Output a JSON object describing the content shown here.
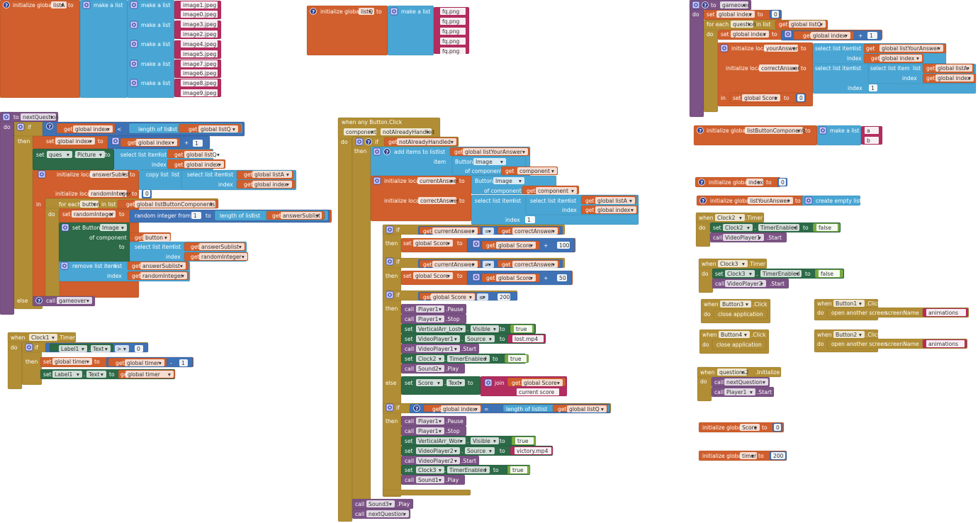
{
  "colors": {
    "variables": "#d05f2d",
    "lists": "#745ca6",
    "lists_light": "#49a6d4",
    "control": "#b18e35",
    "procedures": "#7c5385",
    "math": "#3f71b5",
    "logic": "#77ab41",
    "text": "#b32d5e",
    "components": "#2d6a48",
    "events": "#b18e35",
    "mutator": "#c8c8ff"
  },
  "icons": {
    "gear": "gear-icon",
    "question": "question-mark-icon"
  },
  "blocks": [
    {
      "id": "init-listA",
      "text": [
        "initialize global",
        "listA",
        "to",
        "make a list",
        "make a list",
        "image1.jpeg",
        "image0.jpeg",
        "make a list",
        "image3.jpeg",
        "image2.jpeg",
        "make a list",
        "image4.jpeg",
        "image5.jpeg",
        "make a list",
        "image7.jpeg",
        "image6.jpeg",
        "make a list",
        "image8.jpeg",
        "image9.jpeg"
      ]
    },
    {
      "id": "init-listQ",
      "text": [
        "initialize global",
        "listQ",
        "to",
        "make a list",
        "fq.png",
        "fq.png",
        "fq.png",
        "fq.png",
        "fq.png"
      ]
    },
    {
      "id": "gameover-proc",
      "text": [
        "to",
        "gameover",
        "do",
        "set",
        "global index",
        "to",
        "0",
        "for each",
        "question",
        "in list",
        "get",
        "global listQ",
        "do",
        "set",
        "global index",
        "to",
        "get",
        "global index",
        "+",
        "1",
        "initialize local",
        "yourAnswer",
        "to",
        "select list item",
        "list",
        "get",
        "global listYourAnswer",
        "index",
        "get",
        "global index",
        "initialize local",
        "correctAnswer",
        "to",
        "select list item",
        "list",
        "select list item",
        "list",
        "get",
        "global listA",
        "index",
        "get",
        "global index",
        "index",
        "1",
        "in",
        "set",
        "global Score",
        "to",
        "0"
      ]
    },
    {
      "id": "init-listButtonComponents",
      "text": [
        "initialize global",
        "listButtonComponents",
        "to",
        "make a list",
        "a",
        "b"
      ]
    },
    {
      "id": "init-index",
      "text": [
        "initialize global",
        "index",
        "to",
        "0"
      ]
    },
    {
      "id": "init-listYourAnswer",
      "text": [
        "initialize global",
        "listYourAnswer",
        "to",
        "create empty list"
      ]
    },
    {
      "id": "clock2-timer",
      "text": [
        "when",
        "Clock2",
        ".Timer",
        "do",
        "set",
        "Clock2",
        ".",
        "TimerEnabled",
        "to",
        "false",
        "call",
        "VideoPlayer1",
        ".Start"
      ]
    },
    {
      "id": "clock3-timer",
      "text": [
        "when",
        "Clock3",
        ".Timer",
        "do",
        "set",
        "Clock3",
        ".",
        "TimerEnabled",
        "to",
        "false",
        "call",
        "VideoPlayer2",
        ".Start"
      ]
    },
    {
      "id": "button3-click",
      "text": [
        "when",
        "Button3",
        ".Click",
        "do",
        "close application"
      ]
    },
    {
      "id": "button4-click",
      "text": [
        "when",
        "Button4",
        ".Click",
        "do",
        "close application"
      ]
    },
    {
      "id": "button1-click",
      "text": [
        "when",
        "Button1",
        ".Click",
        "do",
        "open another screen",
        "screenName",
        "animations"
      ]
    },
    {
      "id": "button2-click",
      "text": [
        "when",
        "Button2",
        ".Click",
        "do",
        "open another screen",
        "screenName",
        "animations"
      ]
    },
    {
      "id": "questions2-init",
      "text": [
        "when",
        "questions2",
        ".Initialize",
        "do",
        "call",
        "nextQuestion",
        "call",
        "Player1",
        ".Start"
      ]
    },
    {
      "id": "init-score",
      "text": [
        "initialize global",
        "Score",
        "to",
        "0"
      ]
    },
    {
      "id": "init-timer",
      "text": [
        "initialize global",
        "timer",
        "to",
        "200"
      ]
    },
    {
      "id": "nextQuestion-proc",
      "text": [
        "to",
        "nextQuestion",
        "do",
        "if",
        "get",
        "global index",
        "<",
        "length of list",
        "list",
        "get",
        "global listQ",
        "then",
        "set",
        "global index",
        "to",
        "get",
        "global index",
        "+",
        "1",
        "set",
        "ques",
        ".",
        "Picture",
        "to",
        "select list item",
        "list",
        "get",
        "global listQ",
        "index",
        "get",
        "global index",
        "initialize local",
        "answerSublist",
        "to",
        "copy list",
        "list",
        "select list item",
        "list",
        "get",
        "global listA",
        "index",
        "get",
        "global index",
        "initialize local",
        "randomInteger",
        "to",
        "0",
        "in",
        "for each",
        "button",
        "in list",
        "get",
        "global listButtonComponents",
        "do",
        "set",
        "randomInteger",
        "to",
        "random integer from",
        "1",
        "to",
        "length of list",
        "list",
        "get",
        "answerSublist",
        "set Button.",
        "Image",
        "of component",
        "get",
        "button",
        "to",
        "select list item",
        "list",
        "get",
        "answerSublist",
        "index",
        "get",
        "randomInteger",
        "remove list item",
        "list",
        "get",
        "answerSublist",
        "index",
        "get",
        "randomInteger",
        "else",
        "call",
        "gameover"
      ]
    },
    {
      "id": "clock1-timer",
      "text": [
        "when",
        "Clock1",
        ".Timer",
        "do",
        "if",
        "Label1",
        ".",
        "Text",
        ">",
        "0",
        "then",
        "set",
        "global timer",
        "to",
        "get",
        "global timer",
        "-",
        "1",
        "set",
        "Label1",
        ".",
        "Text",
        "to",
        "get",
        "global timer"
      ]
    },
    {
      "id": "any-button-click",
      "text": [
        "when any Button.Click",
        "component",
        "notAlreadyHandled",
        "do",
        "if",
        "get",
        "notAlreadyHandled",
        "then",
        "add items to list",
        "list",
        "get",
        "global listYourAnswer",
        "item",
        "Button.",
        "Image",
        "of component",
        "get",
        "component",
        "initialize local",
        "currentAnswer",
        "to",
        "Button.",
        "Image",
        "of component",
        "get",
        "component",
        "initialize local",
        "correctAnswer",
        "to",
        "select list item",
        "list",
        "select list item",
        "list",
        "get",
        "global listA",
        "index",
        "get",
        "global index",
        "index",
        "1",
        "in",
        "if",
        "get",
        "currentAnswer",
        "=",
        "get",
        "correctAnswer",
        "then",
        "set",
        "global Score",
        "to",
        "get",
        "global Score",
        "+",
        "100",
        "if",
        "get",
        "currentAnswer",
        "≠",
        "get",
        "correctAnswer",
        "then",
        "set",
        "global Score",
        "to",
        "get",
        "global Score",
        "+",
        "50",
        "if",
        "get",
        "global Score",
        "≤",
        "200",
        "then",
        "call",
        "Player1",
        ".Pause",
        "call",
        "Player1",
        ".Stop",
        "set",
        "VerticalArr_Lost",
        ".",
        "Visible",
        "to",
        "true",
        "set",
        "VideoPlayer1",
        ".",
        "Source",
        "to",
        "lost.mp4",
        "call",
        "VideoPlayer1",
        ".Start",
        "set",
        "Clock2",
        ".",
        "TimerEnabled",
        "to",
        "true",
        "call",
        "Sound2",
        ".Play",
        "else",
        "set",
        "Score",
        ".",
        "Text",
        "to",
        "join",
        "get",
        "global Score",
        "current score",
        "if",
        "get",
        "global index",
        "=",
        "length of list",
        "list",
        "get",
        "global listQ",
        "then",
        "call",
        "Player1",
        ".Pause",
        "call",
        "Player1",
        ".Stop",
        "set",
        "VerticalArr_Won",
        ".",
        "Visible",
        "to",
        "true",
        "set",
        "VideoPlayer2",
        ".",
        "Source",
        "to",
        "victory.mp4",
        "call",
        "VideoPlayer2",
        ".Start",
        "set",
        "Clock3",
        ".",
        "TimerEnabled",
        "to",
        "true",
        "call",
        "Sound1",
        ".Play",
        "call",
        "Sound3",
        ".Play",
        "call",
        "nextQuestion"
      ]
    }
  ]
}
